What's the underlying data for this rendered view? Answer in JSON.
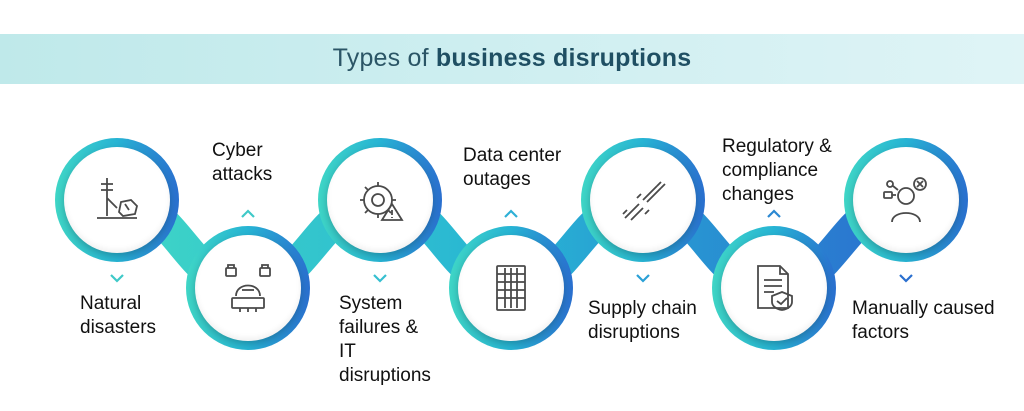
{
  "title": {
    "prefix": "Types of ",
    "bold": "business disruptions"
  },
  "colors": {
    "start": "#3fd6c6",
    "mid": "#27b4d4",
    "end": "#2a6fcf",
    "banner": "#cdeef0",
    "title": "#1f4f63"
  },
  "items": [
    {
      "label_lines": [
        "Natural",
        "disasters"
      ],
      "icon": "power-line-storm-icon",
      "pointer": "chevron-down-icon"
    },
    {
      "label_lines": [
        "Cyber",
        "attacks"
      ],
      "icon": "hacker-icon",
      "pointer": "chevron-up-icon"
    },
    {
      "label_lines": [
        "System",
        "failures &",
        "IT",
        "disruptions"
      ],
      "icon": "gear-warning-icon",
      "pointer": "chevron-down-icon"
    },
    {
      "label_lines": [
        "Data center",
        "outages"
      ],
      "icon": "server-rack-icon",
      "pointer": "chevron-up-icon"
    },
    {
      "label_lines": [
        "Supply chain",
        "disruptions"
      ],
      "icon": "broken-chain-icon",
      "pointer": "chevron-down-icon"
    },
    {
      "label_lines": [
        "Regulatory &",
        "compliance",
        "changes"
      ],
      "icon": "compliance-document-icon",
      "pointer": "chevron-up-icon"
    },
    {
      "label_lines": [
        "Manually caused",
        "factors"
      ],
      "icon": "person-thinking-icon",
      "pointer": "chevron-down-icon"
    }
  ]
}
